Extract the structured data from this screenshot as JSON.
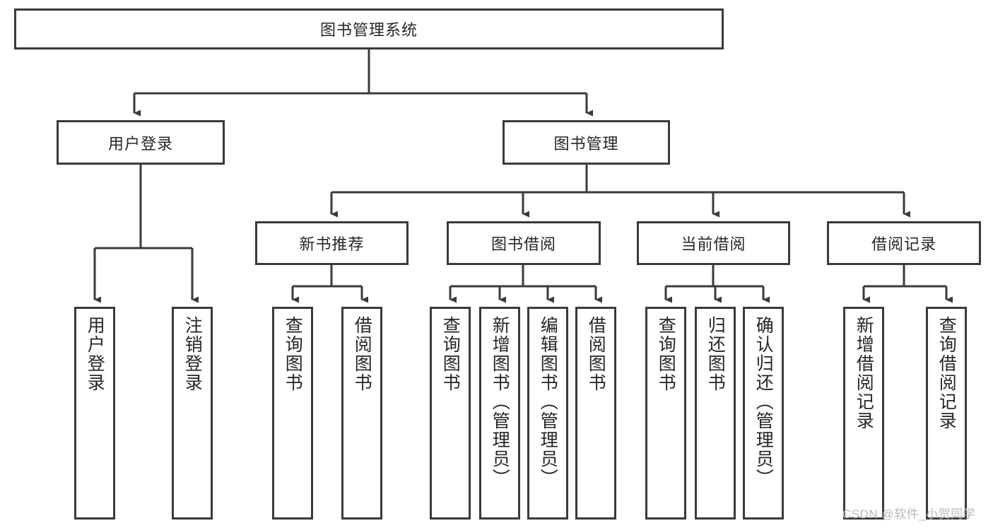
{
  "diagram": {
    "type": "tree-hierarchy",
    "title": "图书管理系统",
    "root": {
      "label": "图书管理系统"
    },
    "level1": [
      {
        "label": "用户登录"
      },
      {
        "label": "图书管理"
      }
    ],
    "level2": [
      {
        "label": "新书推荐"
      },
      {
        "label": "图书借阅"
      },
      {
        "label": "当前借阅"
      },
      {
        "label": "借阅记录"
      }
    ],
    "leaves": {
      "user_login": [
        {
          "label": "用户登录"
        },
        {
          "label": "注销登录"
        }
      ],
      "new_book_recommend": [
        {
          "label": "查询图书"
        },
        {
          "label": "借阅图书"
        }
      ],
      "book_borrow": [
        {
          "label": "查询图书"
        },
        {
          "label": "新增图书（管理员）"
        },
        {
          "label": "编辑图书（管理员）"
        },
        {
          "label": "借阅图书"
        }
      ],
      "current_borrow": [
        {
          "label": "查询图书"
        },
        {
          "label": "归还图书"
        },
        {
          "label": "确认归还（管理员）"
        }
      ],
      "borrow_record": [
        {
          "label": "新增借阅记录"
        },
        {
          "label": "查询借阅记录"
        }
      ]
    },
    "colors": {
      "border": "#3a3a3a",
      "text": "#262626",
      "background": "#ffffff",
      "watermark": "#b8b8b8"
    }
  },
  "watermark": {
    "text": "CSDN @软件_小贺同学"
  }
}
